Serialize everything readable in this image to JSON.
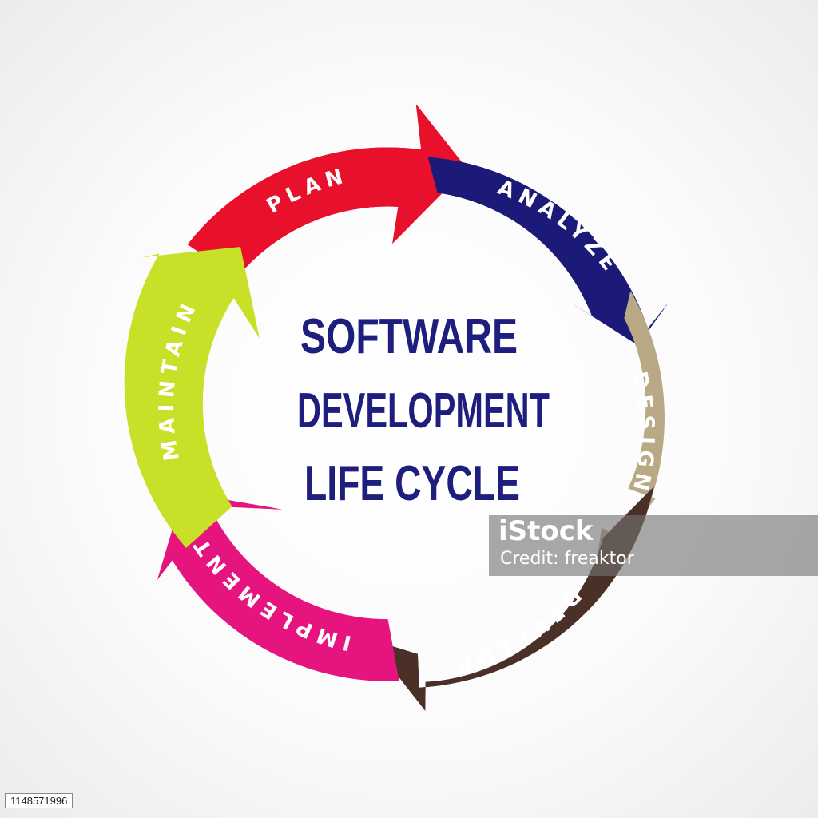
{
  "center_title": {
    "line1": "SOFTWARE",
    "line2": "DEVELOPMENT",
    "line3": "LIFE CYCLE"
  },
  "segments": [
    {
      "label": "PLAN",
      "color": "#e8102a",
      "direction": "clockwise"
    },
    {
      "label": "ANALYZE",
      "color": "#1c1a78",
      "direction": "clockwise"
    },
    {
      "label": "DESIGN",
      "color": "#b9a985",
      "direction": "clockwise"
    },
    {
      "label": "DEVELOP",
      "color": "#4a3027",
      "direction": "clockwise"
    },
    {
      "label": "IMPLEMENT",
      "color": "#e6147f",
      "direction": "clockwise"
    },
    {
      "label": "MAINTAIN",
      "color": "#c9e028",
      "direction": "clockwise"
    }
  ],
  "watermark": {
    "brand": "iStock",
    "credit": "Credit: freaktor"
  },
  "stock_id": "1148571996",
  "colors": {
    "title": "#1e1e7e",
    "label": "#ffffff"
  }
}
